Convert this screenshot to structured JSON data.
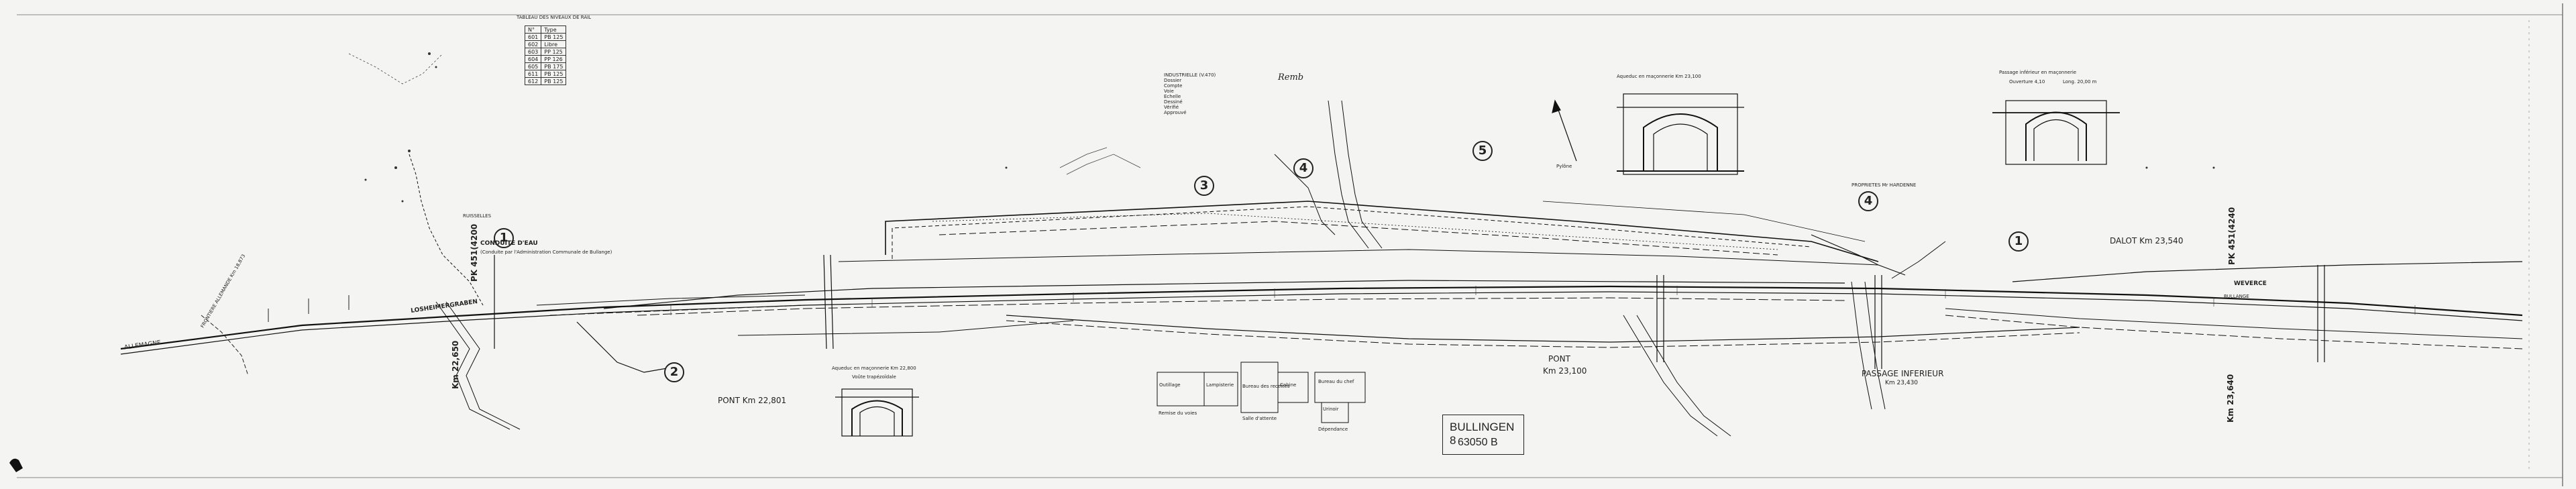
{
  "sheet": {
    "title": "BULLINGEN 8",
    "number": "63050 B"
  },
  "legend_table": {
    "title": "TABLEAU DES NIVEAUX DE RAIL",
    "headers": [
      "N°",
      "Type"
    ],
    "rows": [
      [
        "601",
        "PB 125"
      ],
      [
        "602",
        "Libre"
      ],
      [
        "603",
        "PP 125"
      ],
      [
        "604",
        "PP 126"
      ],
      [
        "605",
        "PB 175"
      ],
      [
        "611",
        "PB 125"
      ],
      [
        "612",
        "PB 125"
      ]
    ]
  },
  "stamp": {
    "lines": [
      "INDUSTRIELLE (V.470)",
      "Dossier",
      "Compte",
      "Voie",
      "Echelle",
      "Dessiné",
      "Vérifié",
      "Approuvé"
    ],
    "handwritten": "Remb"
  },
  "labels": {
    "station_left": "LOSHEIMERGRABEN",
    "direction_right": "WEVERCE",
    "bullange": "BULLANGE",
    "conduite": "CONDUITE D'EAU",
    "conduite_sub": "(Conduite par l'Administration Communale de Bullange)",
    "allemagne": "ALLEMAGNE",
    "frontiere": "FRONTIERE ALLEMANDE Km 18,873",
    "ruisseau": "RUISSELLES",
    "pont_left": "PONT Km 22,801",
    "pont_mid": "PONT",
    "pont_mid_km": "Km 23,100",
    "passage": "PASSAGE INFERIEUR",
    "passage_km": "Km 23,430",
    "dalot": "DALOT Km 23,540",
    "pk_left": "PK 451(4200",
    "km_left": "Km 22,650",
    "pk_right": "PK 451(4240",
    "km_right": "Km 23,640",
    "aqueduc_left": "Aqueduc en maçonnerie Km 22,800",
    "voute": "Voûte trapézoïdale",
    "aqueduc_mid": "Aqueduc en maçonnerie Km 23,100",
    "passage_detail": "Passage inférieur en maçonnerie",
    "ouverture": "Ouverture 4,10",
    "longueur": "Long. 20,00 m",
    "proprietes": "PROPRIETES Mr HARDENNE",
    "pylone": "Pylône",
    "batiment_labels": [
      "Outillage",
      "Remise du voies",
      "Lampisterie",
      "Bureau des recettes",
      "Salle d'attente",
      "Cabine",
      "Bureau du chef",
      "Urinoir",
      "Dépendance"
    ]
  },
  "circles": [
    "1",
    "2",
    "3",
    "4",
    "5",
    "4",
    "1"
  ]
}
